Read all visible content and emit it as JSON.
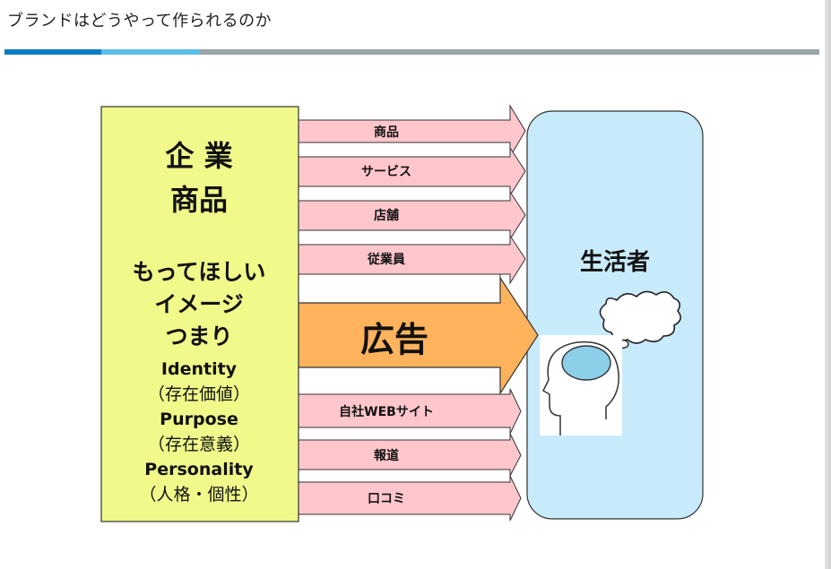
{
  "title": "ブランドはどうやって作られるのか",
  "company_box": {
    "heading_line1": "企 業",
    "heading_line2": "商品",
    "desire_line1": "もってほしい",
    "desire_line2": "イメージ",
    "desire_line3": "つまり",
    "identity_en": "Identity",
    "identity_jp": "（存在価値）",
    "purpose_en": "Purpose",
    "purpose_jp": "（存在意義）",
    "personality_en": "Personality",
    "personality_jp": "（人格・個性）"
  },
  "channels": {
    "product": "商品",
    "service": "サービス",
    "store": "店舗",
    "staff": "従業員",
    "ads": "広告",
    "website": "自社WEBサイト",
    "news": "報道",
    "wom": "口コミ"
  },
  "consumer_box": {
    "label": "生活者"
  },
  "colors": {
    "company_fill": "#f0f98a",
    "arrow_fill": "#ffc7cc",
    "ad_fill": "#ffb35c",
    "consumer_fill": "#c8ebfb",
    "brain_fill": "#8ccfe9"
  }
}
